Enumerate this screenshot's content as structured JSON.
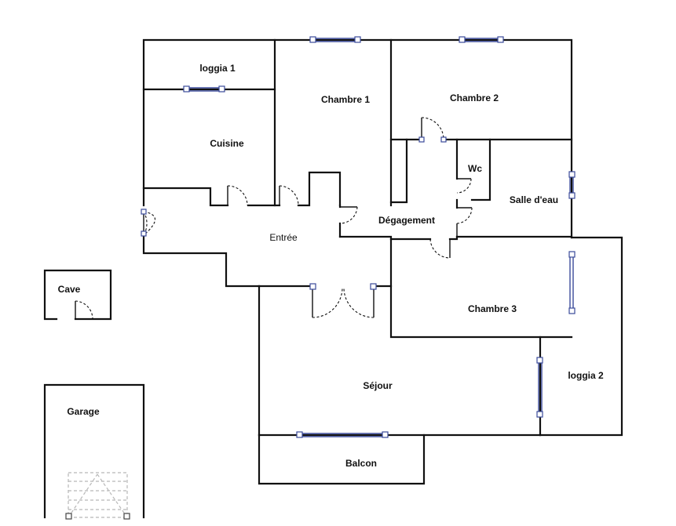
{
  "rooms": {
    "loggia1": "loggia 1",
    "chambre1": "Chambre 1",
    "chambre2": "Chambre 2",
    "cuisine": "Cuisine",
    "wc": "Wc",
    "salle_eau": "Salle d'eau",
    "degagement": "Dégagement",
    "entree": "Entrée",
    "chambre3": "Chambre 3",
    "cave": "Cave",
    "sejour": "Séjour",
    "loggia2": "loggia 2",
    "garage": "Garage",
    "balcon": "Balcon"
  },
  "colors": {
    "wall": "#111111",
    "window": "#3a4a9a",
    "background": "#ffffff"
  }
}
